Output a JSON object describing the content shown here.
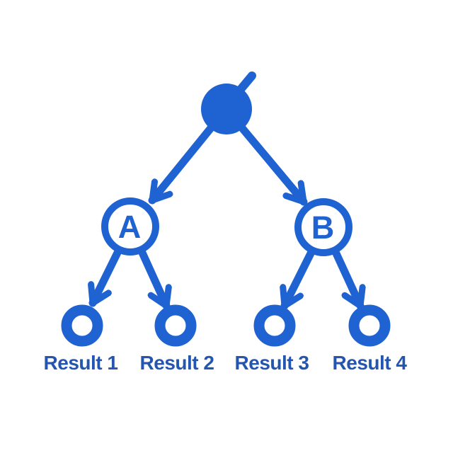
{
  "colors": {
    "accent": "#1e63d1",
    "label_text": "#2456b0",
    "background": "#ffffff"
  },
  "diagram": {
    "type": "tree",
    "root": {
      "id": "root"
    },
    "branches": [
      {
        "id": "A",
        "label": "A"
      },
      {
        "id": "B",
        "label": "B"
      }
    ],
    "leaves": [
      {
        "label": "Result 1",
        "parent": "A"
      },
      {
        "label": "Result 2",
        "parent": "A"
      },
      {
        "label": "Result 3",
        "parent": "B"
      },
      {
        "label": "Result 4",
        "parent": "B"
      }
    ]
  }
}
